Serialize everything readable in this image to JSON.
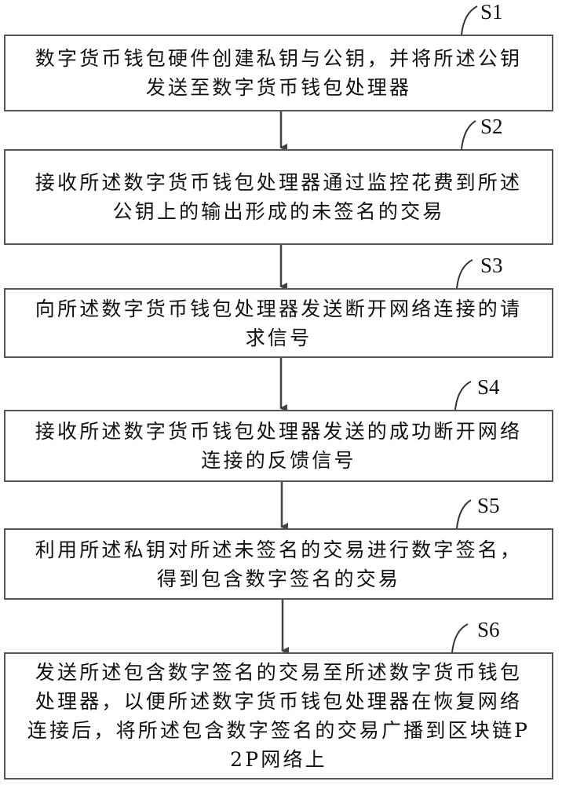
{
  "steps": [
    {
      "id": "S1",
      "lines": [
        "数字货币钱包硬件创建私钥与公钥，并将所述公钥",
        "发送至数字货币钱包处理器"
      ]
    },
    {
      "id": "S2",
      "lines": [
        "接收所述数字货币钱包处理器通过监控花费到所述",
        "公钥上的输出形成的未签名的交易"
      ]
    },
    {
      "id": "S3",
      "lines": [
        "向所述数字货币钱包处理器发送断开网络连接的请",
        "求信号"
      ]
    },
    {
      "id": "S4",
      "lines": [
        "接收所述数字货币钱包处理器发送的成功断开网络",
        "连接的反馈信号"
      ]
    },
    {
      "id": "S5",
      "lines": [
        "利用所述私钥对所述未签名的交易进行数字签名，",
        "得到包含数字签名的交易"
      ]
    },
    {
      "id": "S6",
      "lines": [
        "发送所述包含数字签名的交易至所述数字货币钱包",
        "处理器，以便所述数字货币钱包处理器在恢复网络",
        "连接后，将所述包含数字签名的交易广播到区块链P",
        "2P网络上"
      ]
    }
  ],
  "colors": {
    "border": "#555555",
    "text": "#111111",
    "arrow": "#444444"
  }
}
